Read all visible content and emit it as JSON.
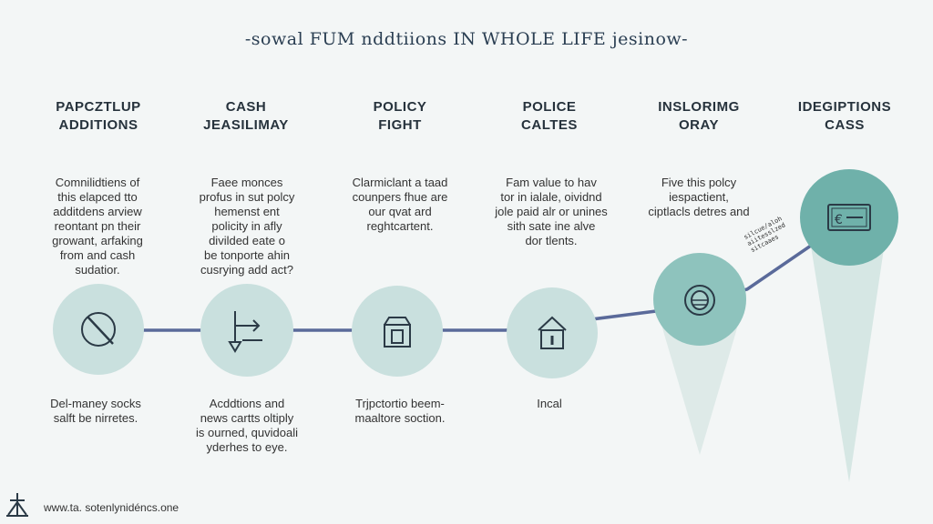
{
  "title": "-sowal FUM nddtiions IN WHOLE LIFE jesinow-",
  "colors": {
    "circle_light": "#c9e0de",
    "circle_dark": "#8ec3bd",
    "connector": "#5a6a9a",
    "beam": "#cfe1df"
  },
  "steps": [
    {
      "heading": [
        "PAPCZTLUP",
        "ADDITIONS"
      ],
      "description": [
        "Comnilidtiens of",
        "this elapced tto",
        "additdens arview",
        "reontant pn their",
        "growant, arfaking",
        "from and cash",
        "sudatior."
      ],
      "bottom": [
        "Del-maney socks",
        "salft be nirretes."
      ],
      "icon": "slash-circle-icon"
    },
    {
      "heading": [
        "CASH",
        "JEASILIMAY"
      ],
      "description": [
        "Faee monces",
        "profus in sut polcy",
        "hemenst ent",
        "policity in afly",
        "divilded eate o",
        "be tonporte ahin",
        "cusrying add act?"
      ],
      "bottom": [
        "Acddtions and",
        "news cartts oltiply",
        "is ourned, quvidoali",
        "yderhes to eye."
      ],
      "icon": "arrow-chart-icon"
    },
    {
      "heading": [
        "POLICY",
        "FIGHT"
      ],
      "description": [
        "Clarmiclant a taad",
        "counpers fhue are",
        "our qvat ard",
        "reghtcartent."
      ],
      "bottom": [
        "Trjpctortio beem-",
        "maaltore soction."
      ],
      "icon": "box-icon"
    },
    {
      "heading": [
        "POLICE",
        "CALTES"
      ],
      "description": [
        "Fam value to hav",
        "tor in ialale, oividnd",
        "jole paid alr or unines",
        "sith sate ine alve",
        "dor tlents."
      ],
      "bottom": [
        "Incal"
      ],
      "icon": "house-icon"
    },
    {
      "heading": [
        "INSLORIMG",
        "ORAY"
      ],
      "description": [
        "Five this polcy",
        "iespactient,",
        "ciptlacls detres and"
      ],
      "bottom": [],
      "icon": "jar-icon"
    },
    {
      "heading": [
        "IDEGIPTIONS",
        "CASS"
      ],
      "description": [],
      "bottom": [],
      "icon": "money-icon"
    }
  ],
  "annotation": [
    "silcue/aloh",
    "aiitesslzed",
    "sitcaaes"
  ],
  "footer": "www.ta. sotenlynidéncs.one",
  "footer_icon": "tower-logo-icon"
}
